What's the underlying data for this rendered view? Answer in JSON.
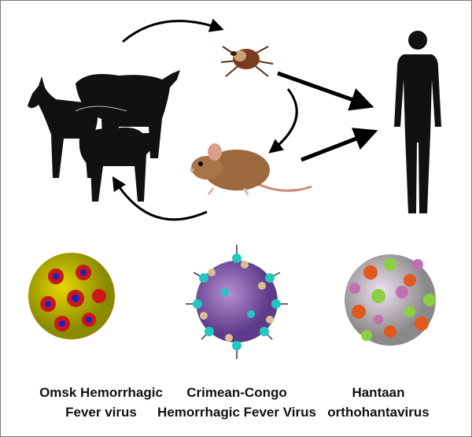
{
  "viruses": [
    {
      "line1": "Omsk Hemorrhagic",
      "line2": "Fever virus"
    },
    {
      "line1": "Crimean-Congo",
      "line2": "Hemorrhagic Fever Virus"
    },
    {
      "line1": "Hantaan",
      "line2": "orthohantavirus"
    }
  ],
  "colors": {
    "arrow": "#000000",
    "silhouette": "#111111",
    "border": "#7a7a7a"
  }
}
